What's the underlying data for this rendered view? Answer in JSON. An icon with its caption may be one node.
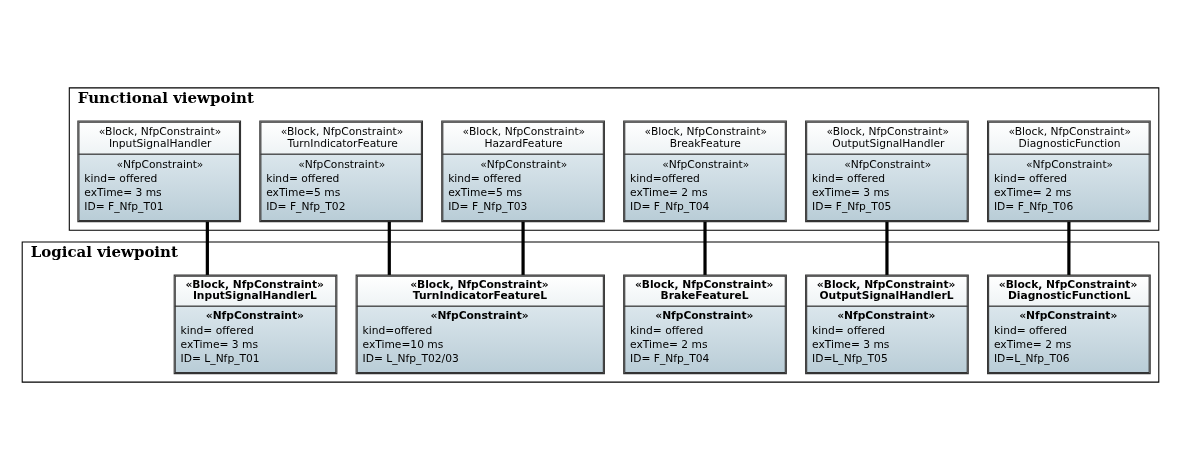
{
  "diagram": {
    "nodes": [
      {
        "text": [
          "Functional viewpoint"
        ]
      },
      {
        "text": [
          "«Block, NfpConstraint»",
          "InputSignalHandler",
          "«NfpConstraint»",
          "kind= offered",
          "exTime= 3 ms",
          "ID= F_Nfp_T01"
        ],
        "in": 0
      },
      {
        "text": [
          "«Block, NfpConstraint»",
          "TurnIndicatorFeature",
          "«NfpConstraint»",
          "kind= offered",
          "exTime=5 ms",
          "ID= F_Nfp_T02"
        ],
        "in": 0
      },
      {
        "text": [
          "«Block, NfpConstraint»",
          "HazardFeature",
          "«NfpConstraint»",
          "kind= offered",
          "exTime=5 ms",
          "ID= F_Nfp_T03"
        ],
        "in": 0
      },
      {
        "text": [
          "«Block, NfpConstraint»",
          "BreakFeature",
          "«NfpConstraint»",
          "kind=offered",
          "exTime= 2 ms",
          "ID= F_Nfp_T04"
        ],
        "in": 0
      },
      {
        "text": [
          "«Block, NfpConstraint»",
          "OutputSignalHandler",
          "«NfpConstraint»",
          "kind= offered",
          "exTime= 3 ms",
          "ID= F_Nfp_T05"
        ],
        "in": 0
      },
      {
        "text": [
          "«Block, NfpConstraint»",
          "DiagnosticFunction",
          "«NfpConstraint»",
          "kind= offered",
          "exTime= 2 ms",
          "ID= F_Nfp_T06"
        ],
        "in": 0
      },
      {
        "text": [
          "Logical viewpoint"
        ]
      },
      {
        "text": [
          "«Block, NfpConstraint»",
          "InputSignalHandlerL",
          "«NfpConstraint»",
          "kind= offered",
          "exTime= 3 ms",
          "ID= L_Nfp_T01"
        ],
        "in": 7
      },
      {
        "text": [
          "«Block, NfpConstraint»",
          "TurnIndicatorFeatureL",
          "«NfpConstraint»",
          "kind=offered",
          "exTime=10 ms",
          "ID= L_Nfp_T02/03"
        ],
        "in": 7
      },
      {
        "text": [
          "«Block, NfpConstraint»",
          "BrakeFeatureL",
          "«NfpConstraint»",
          "kind= offered",
          "exTime= 2 ms",
          "ID= F_Nfp_T04"
        ],
        "in": 7
      },
      {
        "text": [
          "«Block, NfpConstraint»",
          "OutputSignalHandlerL",
          "«NfpConstraint»",
          "kind= offered",
          "exTime= 3 ms",
          "ID=L_Nfp_T05"
        ],
        "in": 7
      },
      {
        "text": [
          "«Block, NfpConstraint»",
          "DiagnosticFunctionL",
          "«NfpConstraint»",
          "kind= offered",
          "exTime= 2 ms",
          "ID=L_Nfp_T06"
        ],
        "in": 7
      }
    ],
    "edges": [
      {
        "from": 1,
        "to": 8,
        "arrow": "none"
      },
      {
        "from": 2,
        "to": 9,
        "arrow": "none"
      },
      {
        "from": 3,
        "to": 9,
        "arrow": "none"
      },
      {
        "from": 4,
        "to": 10,
        "arrow": "none"
      },
      {
        "from": 5,
        "to": 11,
        "arrow": "none"
      },
      {
        "from": 6,
        "to": 12,
        "arrow": "none"
      }
    ]
  }
}
